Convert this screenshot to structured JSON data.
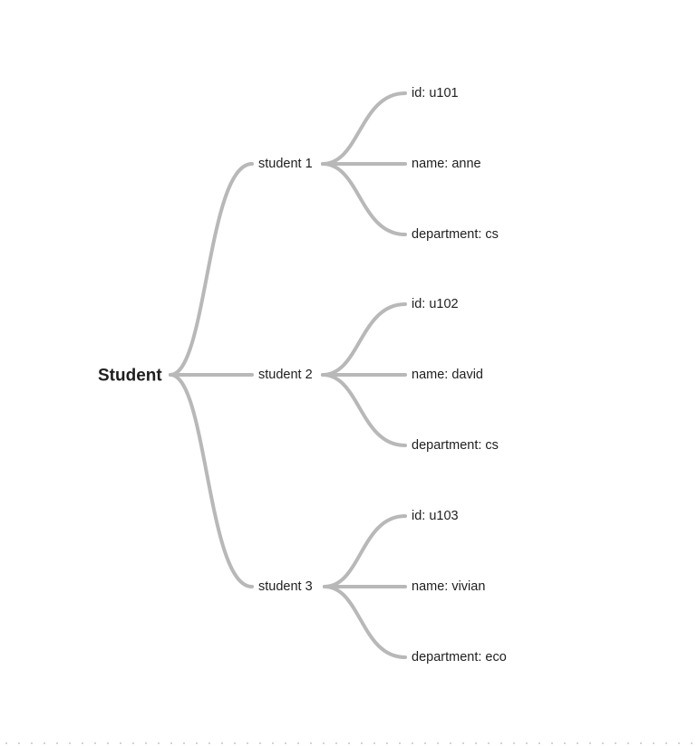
{
  "mindmap": {
    "root": {
      "label": "Student",
      "children": [
        {
          "label": "student 1",
          "children": [
            {
              "label": "id: u101"
            },
            {
              "label": "name: anne"
            },
            {
              "label": "department: cs"
            }
          ]
        },
        {
          "label": "student 2",
          "children": [
            {
              "label": "id: u102"
            },
            {
              "label": "name: david"
            },
            {
              "label": "department: cs"
            }
          ]
        },
        {
          "label": "student 3",
          "children": [
            {
              "label": "id: u103"
            },
            {
              "label": "name: vivian"
            },
            {
              "label": "department: eco"
            }
          ]
        }
      ]
    }
  },
  "colors": {
    "edge": "#b8b8b8",
    "text": "#1f1f1f",
    "background": "#ffffff"
  }
}
